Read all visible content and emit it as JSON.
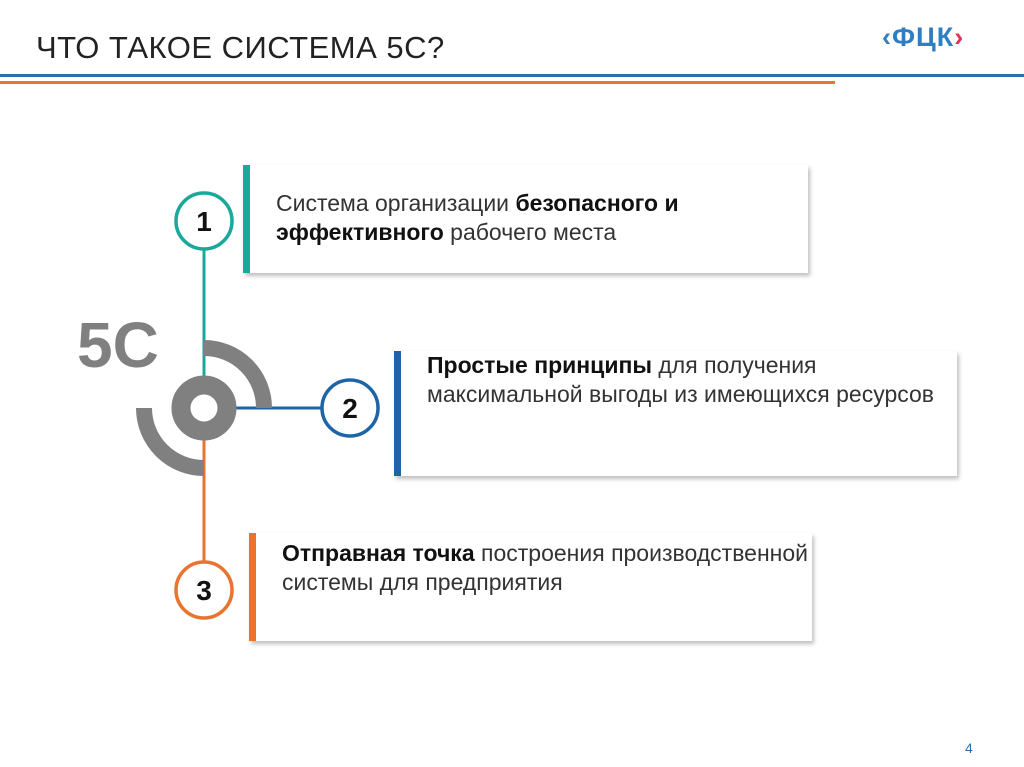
{
  "header": {
    "title": "ЧТО ТАКОЕ СИСТЕМА 5С?",
    "logo_text": "ФЦК"
  },
  "diagram": {
    "center_label": "5С",
    "colors": {
      "teal": "#1aa89a",
      "blue": "#1d65a6",
      "orange": "#e8742f",
      "gray": "#808080"
    },
    "items": [
      {
        "number": "1",
        "text_regular_1": "Система организации ",
        "text_bold": "безопасного и эффективного",
        "text_regular_2": " рабочего места"
      },
      {
        "number": "2",
        "text_bold": "Простые принципы",
        "text_regular_2": " для получения максимальной выгоды из имеющихся ресурсов"
      },
      {
        "number": "3",
        "text_bold": "Отправная точка",
        "text_regular_2": " построения производственной системы для предприятия"
      }
    ]
  },
  "footer": {
    "page_number": "4"
  }
}
